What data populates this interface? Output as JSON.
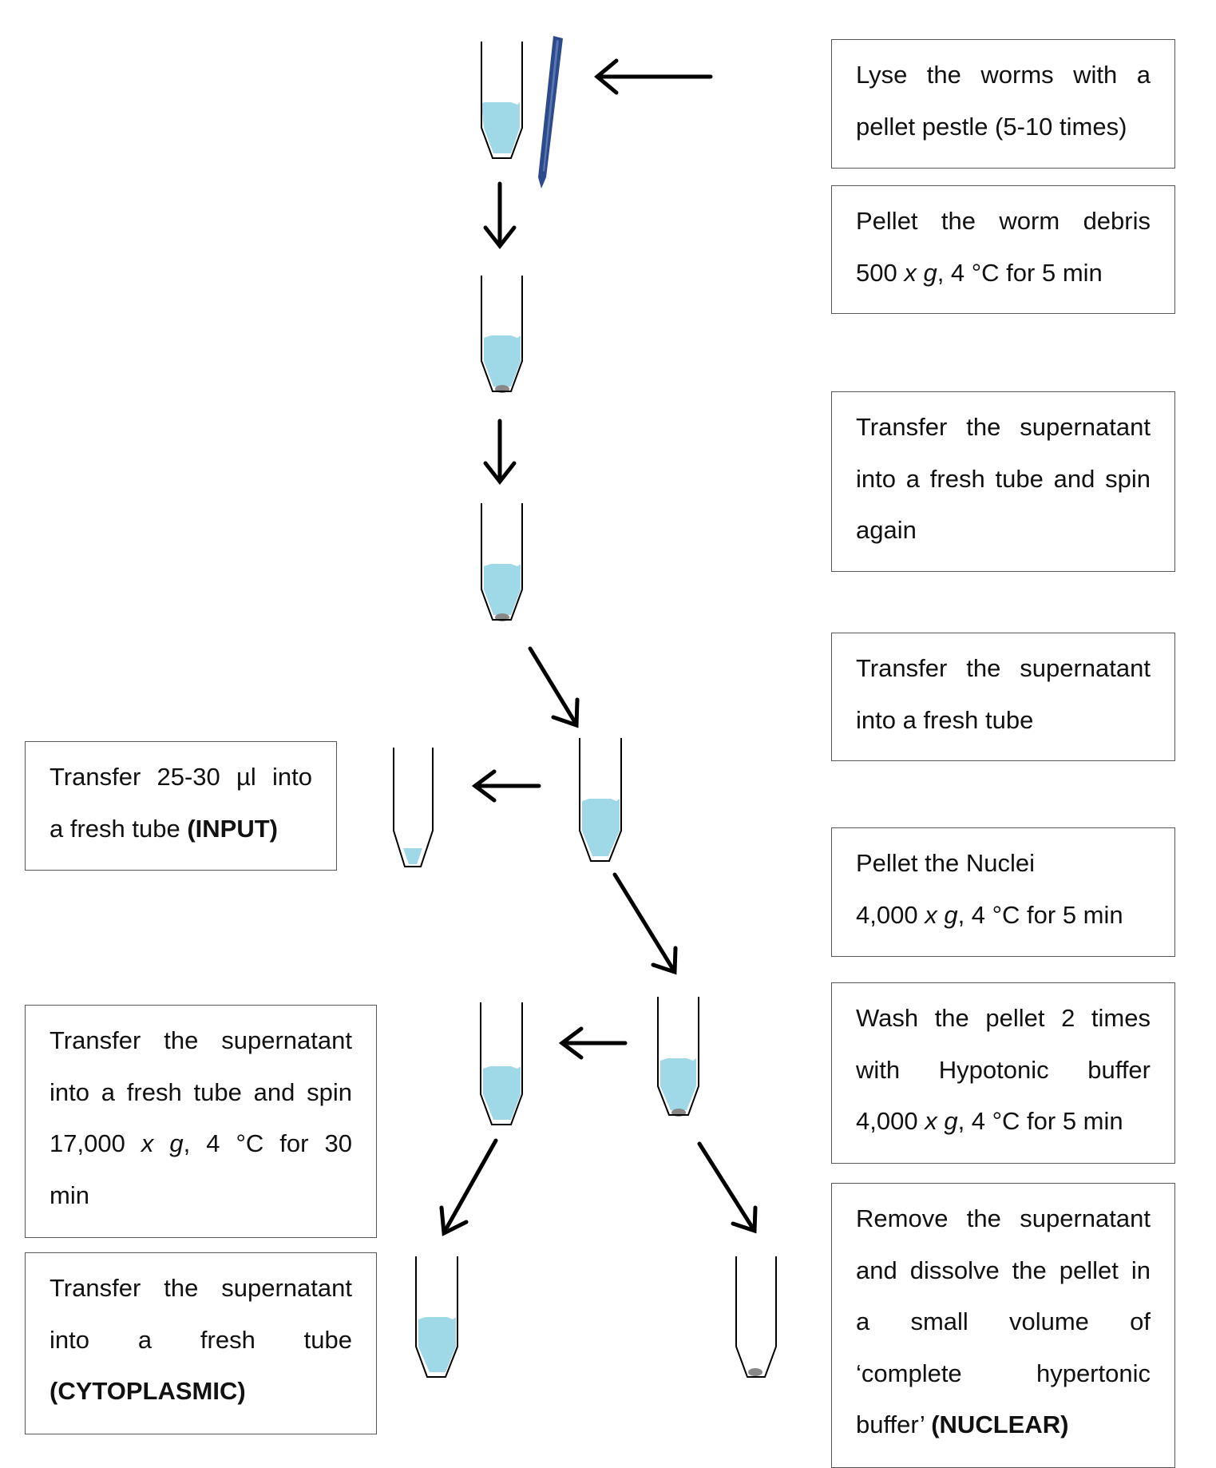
{
  "colors": {
    "liquid": "#9fd8e6",
    "pellet": "#888888",
    "pestle": "#2d4a8a",
    "arrow": "#000000",
    "border": "#555555"
  },
  "steps": {
    "lyse": {
      "l1": "Lyse the worms with a",
      "l2": "pellet pestle (5-10 times)"
    },
    "pellet_debris": {
      "l1": "Pellet the worm debris",
      "l2a": "500 ",
      "l2b": "x g",
      "l2c": ", 4 °C for 5 min"
    },
    "transfer_spin": {
      "l1": "Transfer the supernatant",
      "l2": "into a fresh tube and spin",
      "l3": "again"
    },
    "transfer_fresh": {
      "l1": "Transfer the supernatant",
      "l2": "into a fresh tube"
    },
    "input": {
      "l1": "Transfer 25-30 µl into",
      "l2a": "a fresh tube ",
      "l2b": "(INPUT)"
    },
    "pellet_nuclei": {
      "l1": "Pellet the Nuclei",
      "l2a": "4,000 ",
      "l2b": "x g",
      "l2c": ", 4 °C for 5 min"
    },
    "wash": {
      "l1": "Wash the pellet 2 times",
      "l2": "with Hypotonic buffer",
      "l3a": "4,000 ",
      "l3b": "x g",
      "l3c": ", 4 °C for 5 min"
    },
    "cyto_spin": {
      "l1": "Transfer the supernatant",
      "l2": "into a fresh tube and spin",
      "l3a": "17,000 ",
      "l3b": "x g",
      "l3c": ", 4 °C for 30",
      "l4": "min"
    },
    "cytoplasmic": {
      "l1": "Transfer the supernatant",
      "l2": "into a fresh tube",
      "l3": "(CYTOPLASMIC)"
    },
    "nuclear": {
      "l1": "Remove the supernatant",
      "l2": "and dissolve the pellet in",
      "l3": "a small volume of",
      "l4": "‘complete hypertonic",
      "l5a": "buffer’ ",
      "l5b": "(NUCLEAR)"
    }
  }
}
